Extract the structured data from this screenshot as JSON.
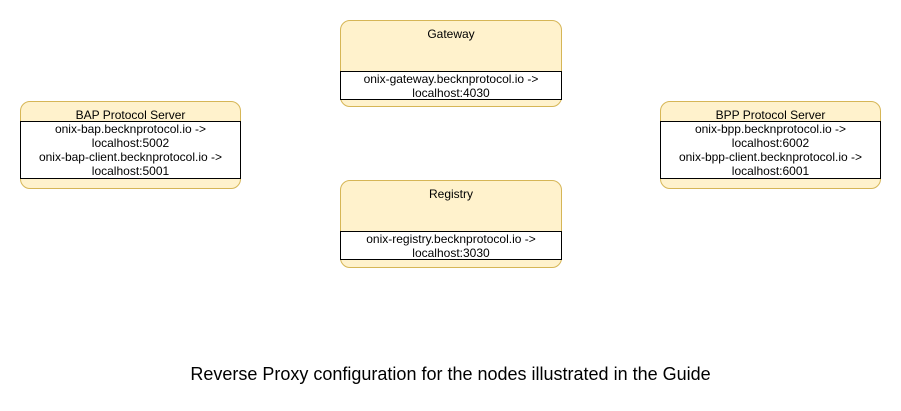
{
  "diagram": {
    "nodes": {
      "gateway": {
        "title": "Gateway",
        "lines": [
          "onix-gateway.becknprotocol.io ->",
          "localhost:4030"
        ]
      },
      "bap": {
        "title": "BAP Protocol Server",
        "lines": [
          "onix-bap.becknprotocol.io ->",
          "localhost:5002",
          "onix-bap-client.becknprotocol.io ->",
          "localhost:5001"
        ]
      },
      "bpp": {
        "title": "BPP Protocol Server",
        "lines": [
          "onix-bpp.becknprotocol.io ->",
          "localhost:6002",
          "onix-bpp-client.becknprotocol.io ->",
          "localhost:6001"
        ]
      },
      "registry": {
        "title": "Registry",
        "lines": [
          "onix-registry.becknprotocol.io ->",
          "localhost:3030"
        ]
      }
    },
    "caption": "Reverse Proxy configuration for the nodes illustrated in the Guide",
    "colors": {
      "node_fill": "#FFF2CC",
      "node_border": "#D6B656",
      "mapping_fill": "#FFFFFF",
      "mapping_border": "#000000",
      "text": "#000000",
      "background": "#FFFFFF"
    }
  }
}
